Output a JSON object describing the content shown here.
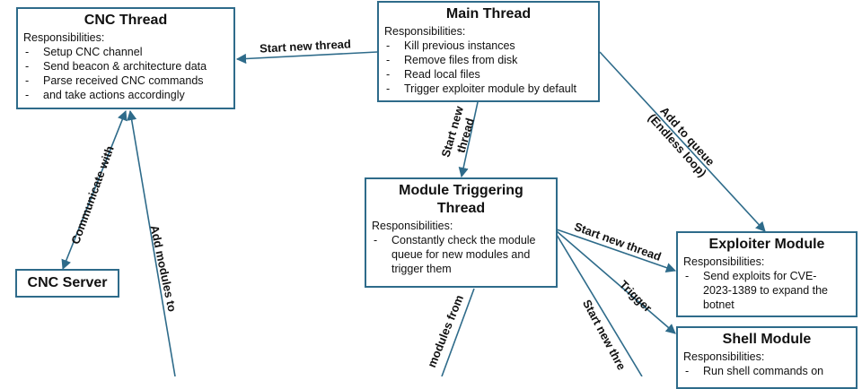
{
  "colors": {
    "node_border": "#2e6b8a",
    "edge": "#2e6b8a",
    "text": "#111111"
  },
  "nodes": {
    "cnc_thread": {
      "title": "CNC Thread",
      "resp_label": "Responsibilities:",
      "items": [
        "Setup CNC channel",
        "Send beacon & architecture data",
        "Parse received CNC commands",
        "and take actions accordingly"
      ]
    },
    "main_thread": {
      "title": "Main Thread",
      "resp_label": "Responsibilities:",
      "items": [
        "Kill previous instances",
        "Remove files from disk",
        "Read local files",
        "Trigger exploiter module by default"
      ]
    },
    "module_triggering": {
      "title_line1": "Module Triggering",
      "title_line2": "Thread",
      "resp_label": "Responsibilities:",
      "items": [
        "Constantly check the module",
        "queue for new modules and",
        "trigger them"
      ]
    },
    "exploiter_module": {
      "title": "Exploiter Module",
      "resp_label": "Responsibilities:",
      "items": [
        "Send exploits for CVE-",
        "2023-1389 to expand the",
        "botnet"
      ]
    },
    "shell_module": {
      "title": "Shell Module",
      "resp_label": "Responsibilities:",
      "items": [
        "Run shell commands on"
      ]
    },
    "cnc_server": {
      "title": "CNC Server"
    }
  },
  "edges": {
    "start_new_thread_cnc": "Start new thread",
    "start_new_thread_mtt_1": "Start new",
    "start_new_thread_mtt_2": "thread",
    "add_to_queue_1": "Add to queue",
    "add_to_queue_2": "(Endless loop)",
    "start_new_thread_exploiter": "Start new thread",
    "trigger": "Trigger",
    "start_new_thread_shell": "Start new thre",
    "communicate_with": "Communicate with",
    "add_modules_to": "Add modules to",
    "modules_from": "modules from"
  }
}
